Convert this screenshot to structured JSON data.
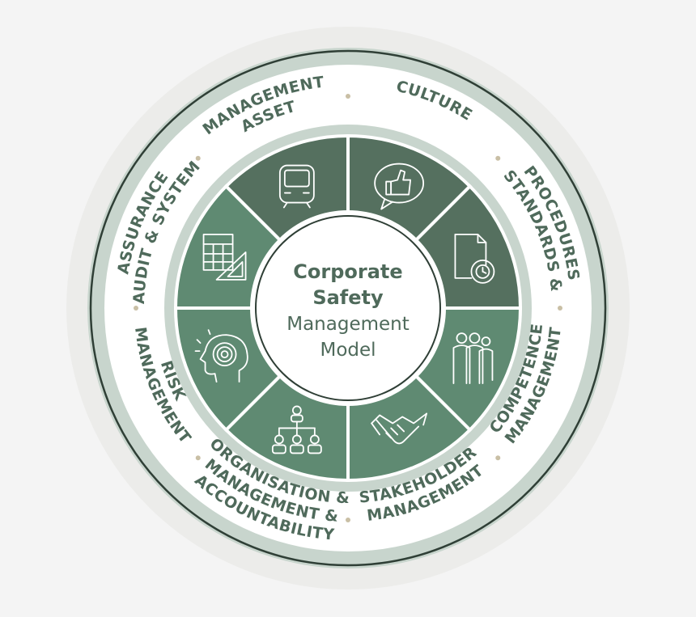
{
  "model": {
    "title_line1": "Corporate",
    "title_line2": "Safety",
    "title_line3": "Management",
    "title_line4": "Model"
  },
  "segments": [
    {
      "id": "asset",
      "icon": "train-icon",
      "label": [
        "ASSET",
        "MANAGEMENT"
      ]
    },
    {
      "id": "culture",
      "icon": "thumbs-up-icon",
      "label": [
        "CULTURE"
      ]
    },
    {
      "id": "standards",
      "icon": "document-gear-icon",
      "label": [
        "STANDARDS &",
        "PROCEDURES"
      ]
    },
    {
      "id": "competence",
      "icon": "people-group-icon",
      "label": [
        "COMPETENCE",
        "MANAGEMENT"
      ]
    },
    {
      "id": "stakeholder",
      "icon": "handshake-icon",
      "label": [
        "STAKEHOLDER",
        "MANAGEMENT"
      ]
    },
    {
      "id": "organisation",
      "icon": "org-chart-icon",
      "label": [
        "ORGANISATION &",
        "MANAGEMENT &",
        "ACCOUNTABILITY"
      ]
    },
    {
      "id": "risk",
      "icon": "head-target-icon",
      "label": [
        "RISK",
        "MANAGEMENT"
      ]
    },
    {
      "id": "audit",
      "icon": "calculator-icon",
      "label": [
        "AUDIT & SYSTEM",
        "ASSURANCE"
      ]
    }
  ],
  "colors": {
    "dark_segment": "#55705f",
    "mid_segment": "#5f8a72",
    "outer_band": "#c8d5cd",
    "ring_outline": "#2f3f36",
    "label_text": "#4f6a5b",
    "dot": "#c9bfa5"
  }
}
